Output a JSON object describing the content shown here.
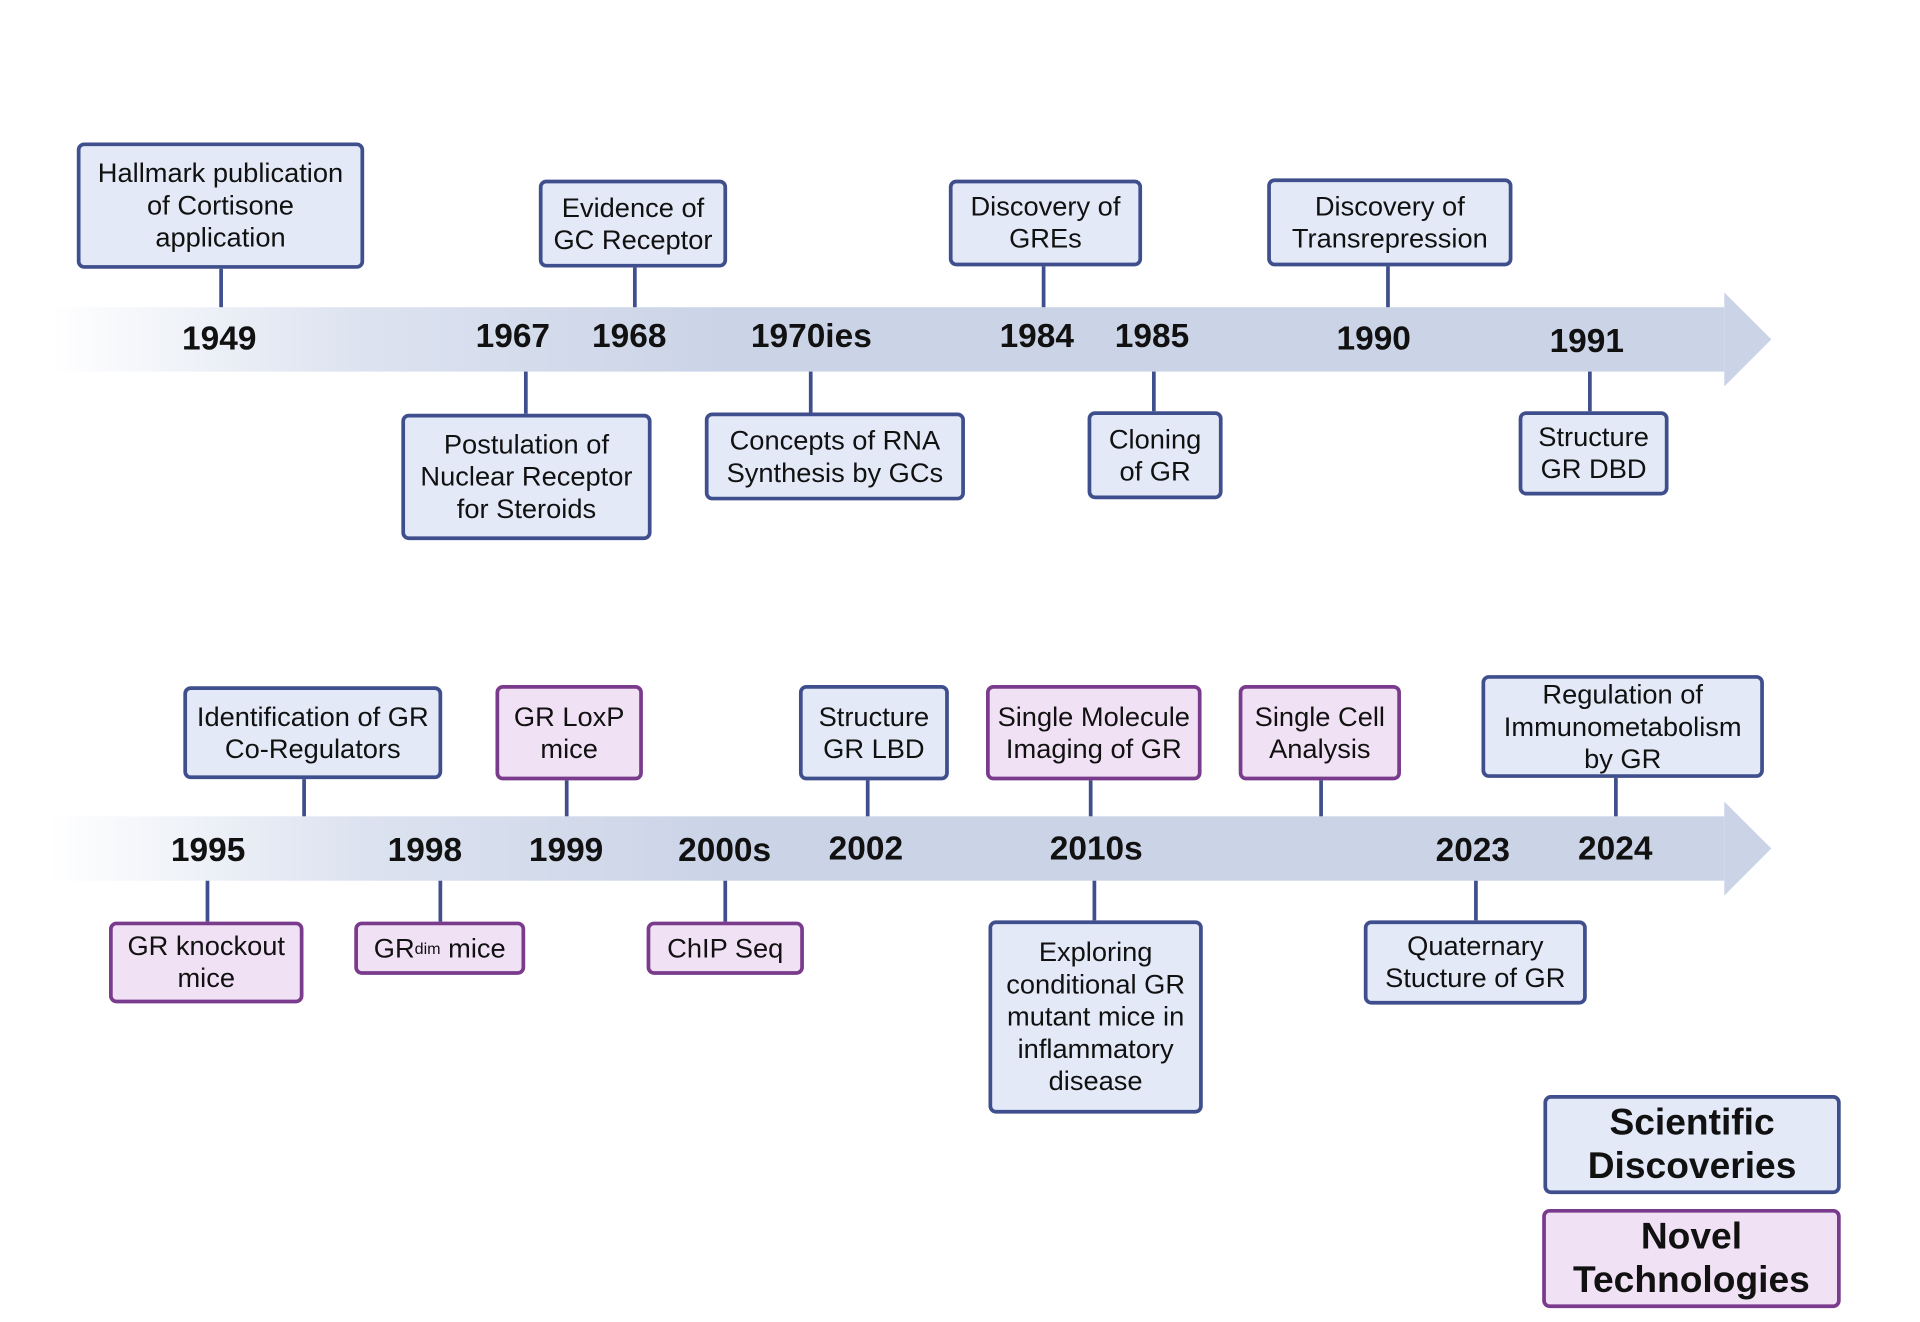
{
  "row1": {
    "years": [
      "1949",
      "1967",
      "1968",
      "1970ies",
      "1984",
      "1985",
      "1990",
      "1991"
    ],
    "events": {
      "hallmark": "Hallmark publication of Cortisone application",
      "evidence": "Evidence of GC Receptor",
      "gres": "Discovery of GREs",
      "transrepression": "Discovery of Transrepression",
      "postulation": "Postulation of Nuclear Receptor for Steroids",
      "rna": "Concepts of RNA Synthesis by GCs",
      "cloning": "Cloning of GR",
      "dbd": "Structure GR DBD"
    }
  },
  "row2": {
    "years": [
      "1995",
      "1998",
      "1999",
      "2000s",
      "2002",
      "2010s",
      "2023",
      "2024"
    ],
    "events": {
      "coregulators": "Identification of GR Co-Regulators",
      "loxp": "GR LoxP mice",
      "lbd": "Structure GR LBD",
      "single_molecule": "Single Molecule Imaging of GR",
      "single_cell": "Single Cell Analysis",
      "immunometabolism": "Regulation of Immunometabolism by GR",
      "knockout": "GR knockout mice",
      "grdim_prefix": "GR",
      "grdim_sup": "dim",
      "grdim_suffix": " mice",
      "chip": "ChIP Seq",
      "exploring": "Exploring conditional GR mutant mice in inflammatory disease",
      "quaternary": "Quaternary Stucture of GR"
    }
  },
  "legend": {
    "scientific": "Scientific Discoveries",
    "novel": "Novel Technologies"
  },
  "colors": {
    "discovery_fill": "#e3e9f7",
    "discovery_border": "#3f4e8c",
    "tech_fill": "#f1e1f5",
    "tech_border": "#7a3b8c",
    "arrow": "#cbd4e7"
  }
}
